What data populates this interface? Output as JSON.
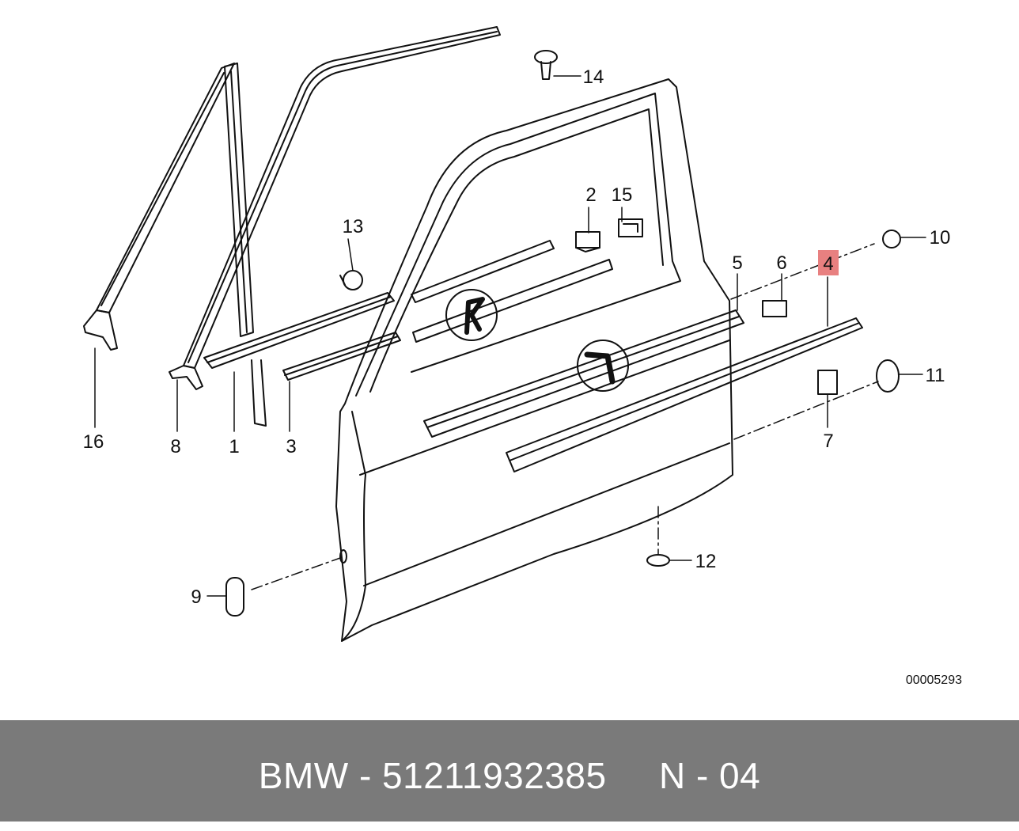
{
  "diagram": {
    "callouts": [
      "1",
      "2",
      "3",
      "4",
      "5",
      "6",
      "7",
      "8",
      "9",
      "10",
      "11",
      "12",
      "13",
      "14",
      "15",
      "16"
    ],
    "highlighted_callout": "4",
    "highlight_color": "#e88080",
    "drawing_number": "00005293"
  },
  "footer": {
    "text": "BMW - 51211932385     N - 04",
    "background_color": "#7a7a7a",
    "text_color": "#ffffff"
  }
}
